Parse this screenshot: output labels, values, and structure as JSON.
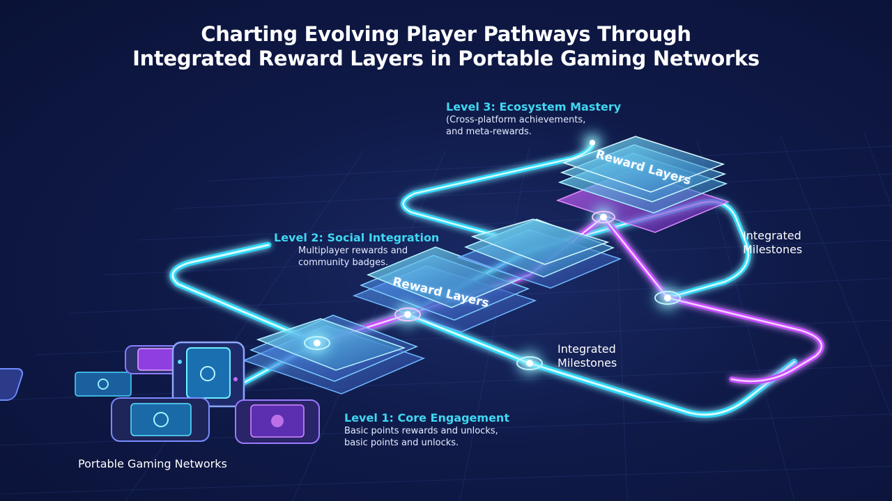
{
  "title": {
    "line1": "Charting Evolving Player Pathways Through",
    "line2": "Integrated Reward Layers in Portable Gaming Networks"
  },
  "levels": [
    {
      "title": "Level 1: Core Engagement",
      "desc_line1": "Basic points rewards and unlocks,",
      "desc_line2": "basic points and unlocks."
    },
    {
      "title": "Level 2: Social Integration",
      "desc_line1": "Multiplayer rewards and",
      "desc_line2": "community badges."
    },
    {
      "title": "Level 3: Ecosystem Mastery",
      "desc_line1": "(Cross-platform achievements,",
      "desc_line2": "and meta-rewards."
    }
  ],
  "labels": {
    "reward_layers_mid": "Reward Layers",
    "reward_layers_top": "Reward Layers",
    "milestones_lower_line1": "Integrated",
    "milestones_lower_line2": "Milestones",
    "milestones_upper_line1": "Integrated",
    "milestones_upper_line2": "Milestones",
    "networks": "Portable Gaming Networks"
  },
  "colors": {
    "cyan": "#2fd6f5",
    "magenta": "#c54bff",
    "background": "#0f1a48"
  }
}
